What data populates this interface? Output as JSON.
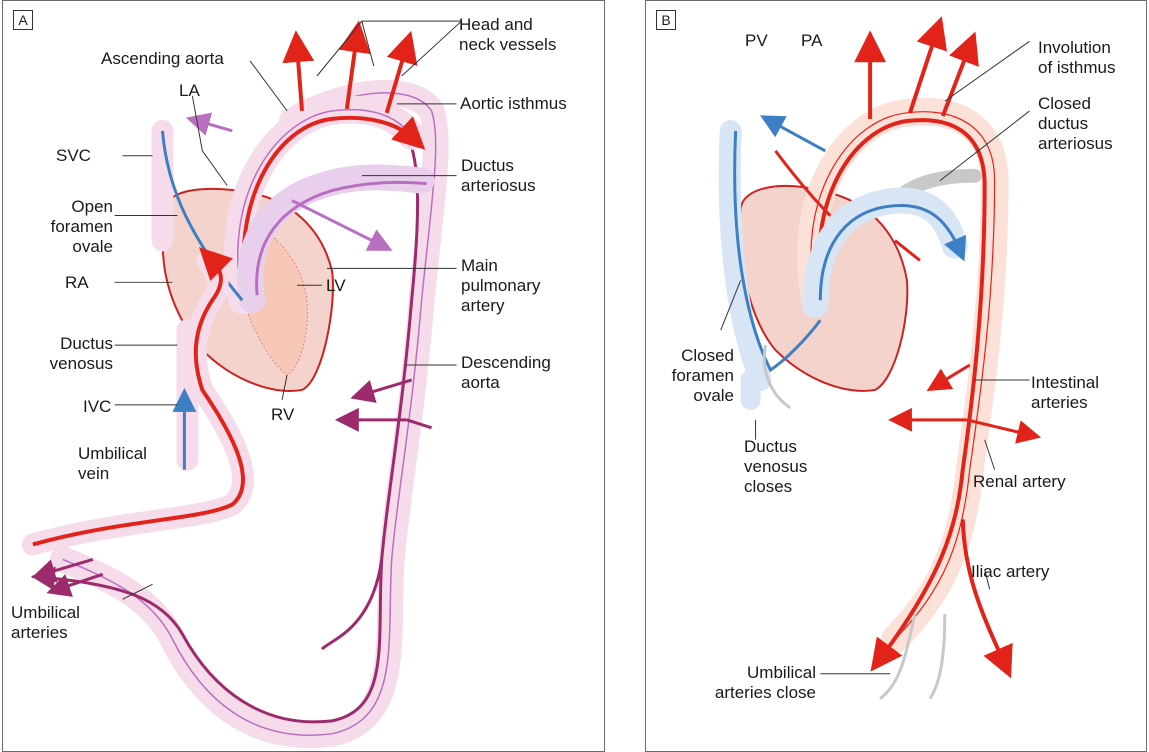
{
  "panels": [
    {
      "tag": "A",
      "labels": {
        "head_neck": "Head and\nneck vessels",
        "ascending_aorta": "Ascending aorta",
        "la": "LA",
        "aortic_isthmus": "Aortic isthmus",
        "svc": "SVC",
        "ductus_arteriosus": "Ductus\narteriosus",
        "open_foramen_ovale": "Open\nforamen\novale",
        "ra": "RA",
        "lv": "LV",
        "main_pulmonary_artery": "Main\npulmonary\nartery",
        "ductus_venosus": "Ductus\nvenosus",
        "descending_aorta": "Descending\naorta",
        "ivc": "IVC",
        "rv": "RV",
        "umbilical_vein": "Umbilical\nvein",
        "umbilical_arteries": "Umbilical\narteries"
      }
    },
    {
      "tag": "B",
      "labels": {
        "pv": "PV",
        "pa": "PA",
        "involution_isthmus": "Involution\nof isthmus",
        "closed_ductus": "Closed\nductus\narteriosus",
        "closed_foramen": "Closed\nforamen\novale",
        "intestinal_arteries": "Intestinal\narteries",
        "ductus_venosus_closes": "Ductus\nvenosus\ncloses",
        "renal_artery": "Renal artery",
        "iliac_artery": "Iliac artery",
        "umbilical_close": "Umbilical\narteries close"
      }
    }
  ],
  "colors": {
    "oxygenated": "#e2231a",
    "deoxygenated": "#3d7fc4",
    "mixed": "#9e2a6e",
    "pulmonary_fetal": "#b86fc0",
    "vessel_fill": "#f6dcea",
    "heart_fill": "#f3d3cc",
    "closed_vessel": "#c8c8c8"
  }
}
